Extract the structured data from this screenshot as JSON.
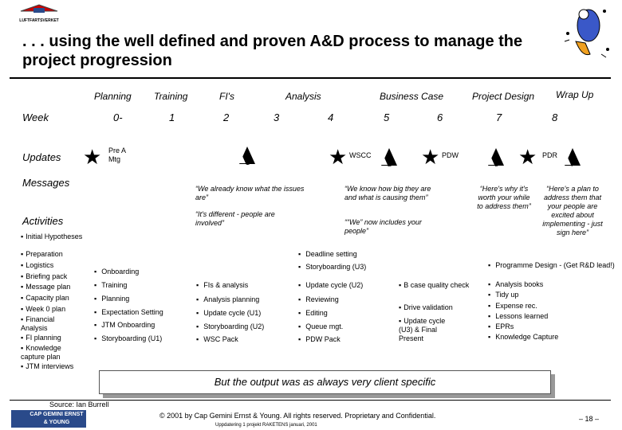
{
  "header": {
    "logo_text": "LUFTFARTSVERKET",
    "title": ". . . using the well defined and proven A&D process to manage the project progression"
  },
  "phases": [
    "Planning",
    "Training",
    "FI's",
    "Analysis",
    "Business Case",
    "Project Design",
    "Wrap Up"
  ],
  "weeks": {
    "label": "Week",
    "values": [
      "0-",
      "1",
      "2",
      "3",
      "4",
      "5",
      "6",
      "7",
      "8"
    ]
  },
  "rows": {
    "updates": "Updates",
    "messages": "Messages",
    "activities": "Activities"
  },
  "milestones": {
    "pre_a_mtg": "Pre A Mtg",
    "tri_1": "1",
    "wscc": "WSCC",
    "tri_2": "2",
    "pdw": "PDW",
    "tri_3": "3",
    "pdr": "PDR",
    "tri_f": "F"
  },
  "messages": {
    "m1": "“We already know what the issues are”",
    "m2": "“It's different - people are involved”",
    "m3": "“We know how big they are and what is causing them”",
    "m4": "““We” now includes your people”",
    "m5": "“Here's why it's worth your while to address them”",
    "m6": "“Here's a plan to address them that your people are excited about implementing - just sign here”"
  },
  "activities": {
    "col0": [
      "Initial Hypotheses",
      "Preparation",
      "Logistics",
      "Briefing pack",
      "Message plan",
      "Capacity plan",
      "Week 0 plan",
      "Financial Analysis",
      "FI planning",
      "Knowledge capture plan",
      "JTM interviews"
    ],
    "col1": [
      "Onboarding",
      "Training",
      "Planning",
      "Expectation Setting",
      "JTM Onboarding",
      "Storyboarding (U1)"
    ],
    "col2": [
      "FIs & analysis",
      "Analysis planning",
      "Update cycle (U1)",
      "Storyboarding (U2)",
      "WSC Pack"
    ],
    "col3": [
      "Deadline setting",
      "Storyboarding (U3)",
      "Update cycle (U2)",
      "Reviewing",
      "Editing",
      "Queue mgt.",
      "PDW Pack"
    ],
    "col4": [
      "B case quality check",
      "Drive validation",
      "Update cycle (U3) & Final Present"
    ],
    "col5": [
      "Programme Design - (Get R&D lead!)",
      "Analysis books",
      "Tidy up",
      "Expense rec.",
      "Lessons learned",
      "EPRs",
      "Knowledge Capture"
    ]
  },
  "callout": "But the output was as always very client specific",
  "footer": {
    "source": "Source: Ian Burrell",
    "logo_text": "CAP GEMINI ERNST & YOUNG",
    "copyright": "© 2001 by Cap Gemini Ernst & Young. All rights reserved. Proprietary and Confidential.",
    "subline": "Uppdatering 1 projekt RAKETENS januari, 2001",
    "page": "– 18 –"
  }
}
